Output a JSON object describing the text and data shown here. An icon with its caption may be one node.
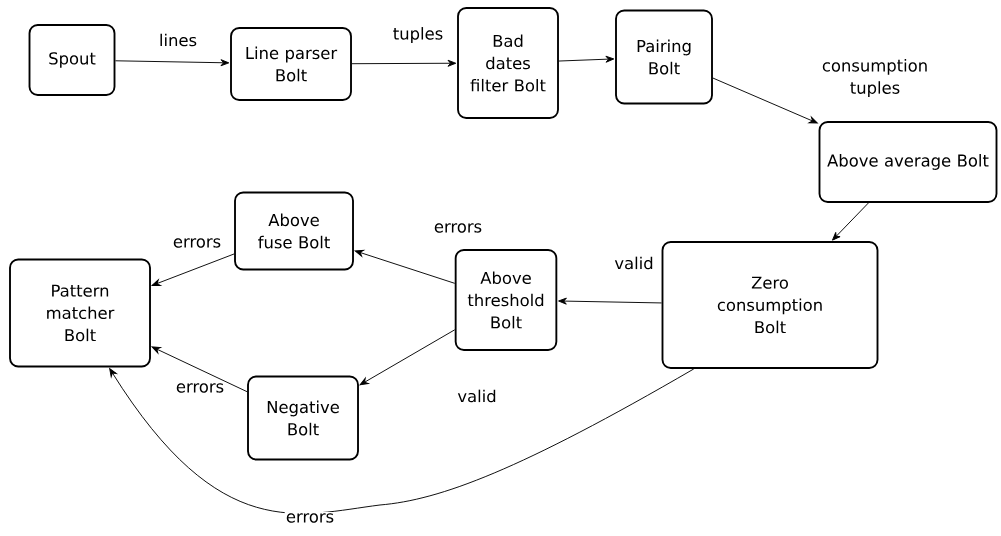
{
  "diagram": {
    "nodes": [
      {
        "text": [
          "Spout"
        ]
      },
      {
        "text": [
          "Line parser Bolt"
        ]
      },
      {
        "text": [
          "Bad dates filter Bolt"
        ]
      },
      {
        "text": [
          "Pairing Bolt"
        ]
      },
      {
        "text": [
          "Above average Bolt"
        ]
      },
      {
        "text": [
          "Zero consumption Bolt"
        ]
      },
      {
        "text": [
          "Above threshold Bolt"
        ]
      },
      {
        "text": [
          "Above fuse Bolt"
        ]
      },
      {
        "text": [
          "Negative Bolt"
        ]
      },
      {
        "text": [
          "Pattern matcher Bolt"
        ]
      }
    ],
    "edges": [
      {
        "from": 0,
        "to": 1,
        "arrow": "to",
        "label": "lines"
      },
      {
        "from": 1,
        "to": 2,
        "arrow": "to",
        "label": "tuples"
      },
      {
        "from": 2,
        "to": 3,
        "arrow": "to"
      },
      {
        "from": 3,
        "to": 4,
        "arrow": "to",
        "label": "consumption tuples"
      },
      {
        "from": 4,
        "to": 5,
        "arrow": "to"
      },
      {
        "from": 5,
        "to": 6,
        "arrow": "to",
        "label": "valid"
      },
      {
        "from": 6,
        "to": 7,
        "arrow": "to",
        "label": "errors"
      },
      {
        "from": 6,
        "to": 8,
        "arrow": "to",
        "label": "valid"
      },
      {
        "from": 7,
        "to": 9,
        "arrow": "to",
        "label": "errors"
      },
      {
        "from": 8,
        "to": 9,
        "arrow": "to",
        "label": "errors"
      },
      {
        "from": 5,
        "to": 9,
        "arrow": "to",
        "label": "errors"
      }
    ]
  }
}
